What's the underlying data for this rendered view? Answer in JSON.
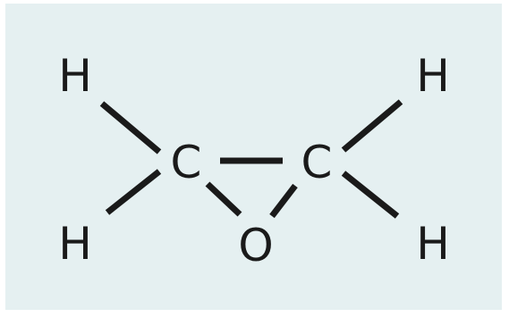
{
  "molecule": {
    "atoms": {
      "h_top_left": "H",
      "h_bottom_left": "H",
      "c_left": "C",
      "c_right": "C",
      "oxygen": "O",
      "h_top_right": "H",
      "h_bottom_right": "H"
    }
  },
  "colors": {
    "panel_background": "#e5f0f1",
    "ink": "#1a1a1a"
  }
}
